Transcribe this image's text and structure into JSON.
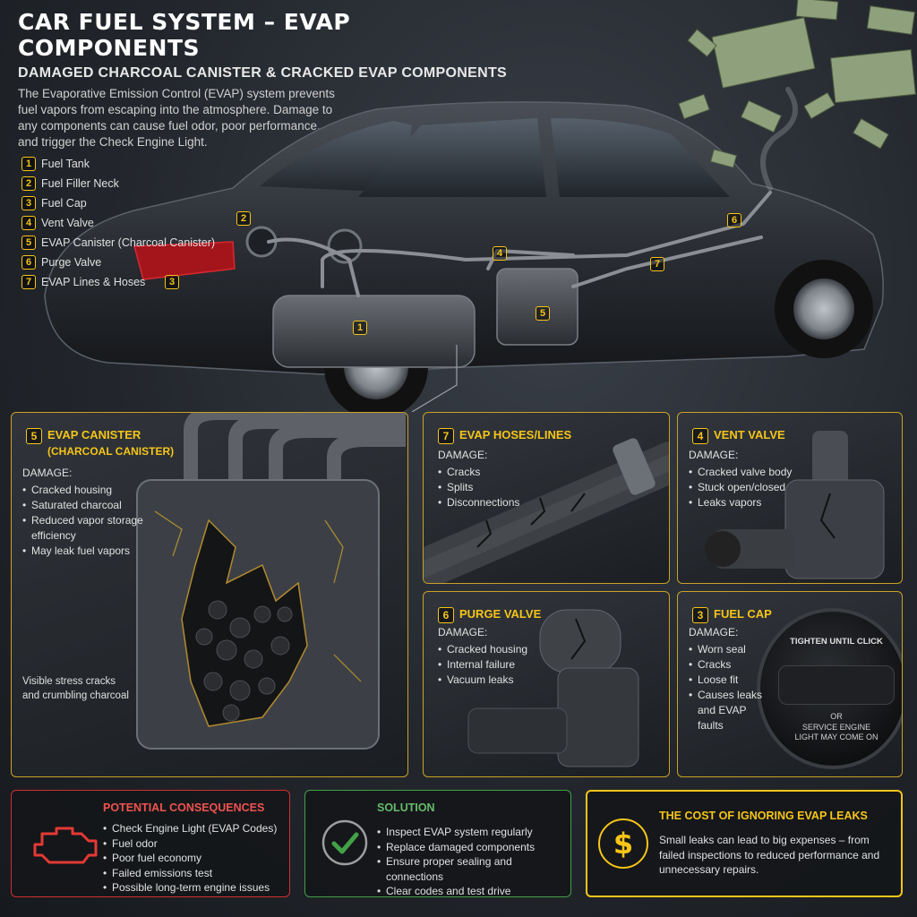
{
  "header": {
    "title": "CAR FUEL SYSTEM – EVAP COMPONENTS",
    "subtitle": "DAMAGED CHARCOAL CANISTER & CRACKED EVAP COMPONENTS",
    "intro": "The Evaporative Emission Control (EVAP) system prevents fuel vapors from escaping into the atmosphere. Damage to any components can cause fuel odor, poor performance, and trigger the Check Engine Light."
  },
  "legend": [
    {
      "num": "1",
      "label": "Fuel Tank"
    },
    {
      "num": "2",
      "label": "Fuel Filler Neck"
    },
    {
      "num": "3",
      "label": "Fuel Cap"
    },
    {
      "num": "4",
      "label": "Vent Valve"
    },
    {
      "num": "5",
      "label": "EVAP Canister (Charcoal Canister)"
    },
    {
      "num": "6",
      "label": "Purge Valve"
    },
    {
      "num": "7",
      "label": "EVAP Lines & Hoses"
    }
  ],
  "callouts": [
    "1",
    "2",
    "3",
    "4",
    "5",
    "6",
    "7"
  ],
  "canister_panel": {
    "num": "5",
    "title": "EVAP CANISTER",
    "title2": "(CHARCOAL CANISTER)",
    "damage_label": "DAMAGE:",
    "items": [
      "Cracked housing",
      "Saturated charcoal",
      "Reduced vapor storage efficiency",
      "May leak fuel vapors"
    ],
    "note": "Visible stress cracks and crumbling charcoal"
  },
  "hoses_panel": {
    "num": "7",
    "title": "EVAP HOSES/LINES",
    "damage_label": "DAMAGE:",
    "items": [
      "Cracks",
      "Splits",
      "Disconnections"
    ]
  },
  "vent_panel": {
    "num": "4",
    "title": "VENT VALVE",
    "damage_label": "DAMAGE:",
    "items": [
      "Cracked valve body",
      "Stuck open/closed",
      "Leaks vapors"
    ]
  },
  "purge_panel": {
    "num": "6",
    "title": "PURGE VALVE",
    "damage_label": "DAMAGE:",
    "items": [
      "Cracked housing",
      "Internal failure",
      "Vacuum leaks"
    ]
  },
  "cap_panel": {
    "num": "3",
    "title": "FUEL CAP",
    "damage_label": "DAMAGE:",
    "items": [
      "Worn seal",
      "Cracks",
      "Loose fit",
      "Causes leaks and EVAP faults"
    ],
    "cap_text_top": "TIGHTEN UNTIL CLICK",
    "cap_text_or": "OR",
    "cap_text_bottom": "SERVICE ENGINE LIGHT MAY COME ON"
  },
  "consequences": {
    "title": "POTENTIAL CONSEQUENCES",
    "items": [
      "Check Engine Light (EVAP Codes)",
      "Fuel odor",
      "Poor fuel economy",
      "Failed emissions test",
      "Possible long-term engine issues"
    ]
  },
  "solution": {
    "title": "SOLUTION",
    "items": [
      "Inspect EVAP system regularly",
      "Replace damaged components",
      "Ensure proper sealing and connections",
      "Clear codes and test drive"
    ]
  },
  "cost": {
    "title": "THE COST OF IGNORING EVAP LEAKS",
    "text": "Small leaks can lead to big expenses – from failed inspections to reduced performance and unnecessary repairs."
  },
  "colors": {
    "accent": "#f5c518",
    "danger": "#e53935",
    "success": "#43a047"
  }
}
